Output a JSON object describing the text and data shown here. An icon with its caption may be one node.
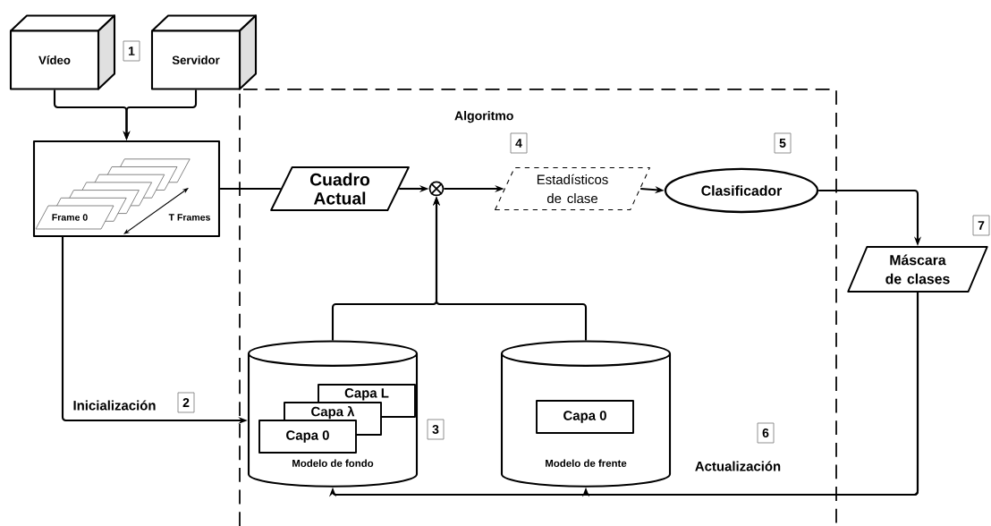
{
  "diagram": {
    "nodes": [
      {
        "text": [
          "Vídeo"
        ]
      },
      {
        "text": [
          "Servidor"
        ]
      },
      {
        "text": [
          "Frame 0",
          "T Frames"
        ]
      },
      {
        "text": [
          "Algoritmo"
        ]
      },
      {
        "text": [
          "Cuadro Actual"
        ],
        "in": 3
      },
      {
        "text": [],
        "shape": "circle",
        "in": 3
      },
      {
        "text": [
          "Estadísticos de clase"
        ],
        "in": 3
      },
      {
        "text": [
          "Clasificador"
        ],
        "in": 3
      },
      {
        "text": [
          "Modelo de fondo"
        ],
        "in": 3
      },
      {
        "text": [
          "Capa L"
        ],
        "in": 8
      },
      {
        "text": [
          "Capa λ"
        ],
        "in": 8
      },
      {
        "text": [
          "Capa 0"
        ],
        "in": 8
      },
      {
        "text": [
          "Modelo de frente"
        ],
        "in": 3
      },
      {
        "text": [
          "Capa 0"
        ],
        "in": 12
      },
      {
        "text": [
          "Máscara de clases"
        ]
      }
    ],
    "edges": [
      {
        "from": 0,
        "to": 2,
        "arrow": "to"
      },
      {
        "from": 1,
        "to": 2,
        "arrow": "to"
      },
      {
        "from": 2,
        "to": 4,
        "arrow": "none"
      },
      {
        "from": 4,
        "to": 5,
        "arrow": "to"
      },
      {
        "from": 5,
        "to": 6,
        "arrow": "to"
      },
      {
        "from": 6,
        "to": 7,
        "arrow": "to"
      },
      {
        "from": 7,
        "to": 14,
        "arrow": "to"
      },
      {
        "from": 8,
        "to": 5,
        "arrow": "to"
      },
      {
        "from": 12,
        "to": 5,
        "arrow": "to"
      },
      {
        "from": 2,
        "to": 8,
        "arrow": "to",
        "label": "Inicialización"
      },
      {
        "from": 14,
        "to": 8,
        "arrow": "to"
      },
      {
        "from": 14,
        "to": 12,
        "arrow": "to"
      }
    ],
    "labels": [
      "1",
      "2",
      "3",
      "4",
      "5",
      "6",
      "7",
      "Actualización"
    ]
  }
}
